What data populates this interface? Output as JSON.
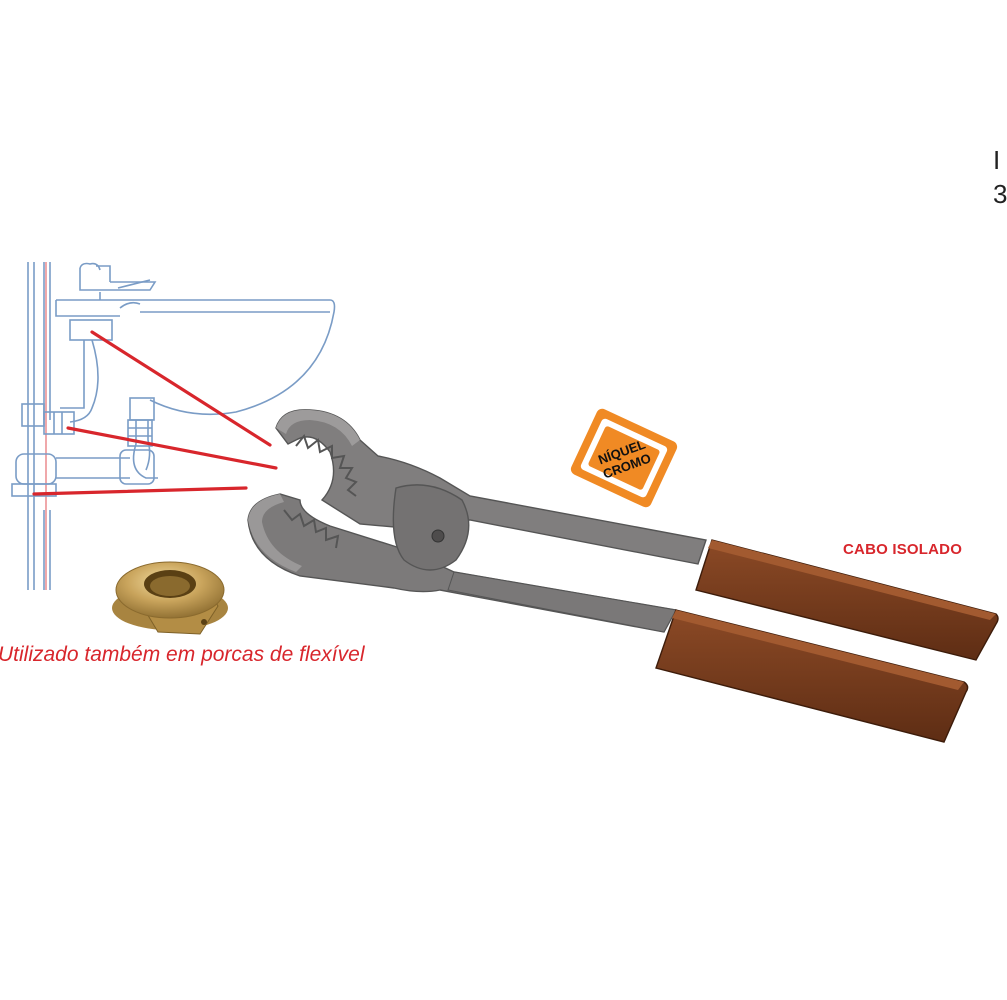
{
  "labels": {
    "handle_label": "CABO ISOLADO",
    "usage_caption": "Utilizado também em porcas de flexível",
    "badge_line1": "NÍQUEL",
    "badge_line2": "CROMO",
    "edge_text": "I\n3"
  },
  "colors": {
    "accent_red": "#d8262c",
    "tool_steel": "#7a7878",
    "handle_brown": "#7a3d1f",
    "badge_orange": "#f08a24",
    "sketch_blue": "#7a9cc6",
    "brass": "#c9a45c"
  },
  "icons": {
    "tool": "pliers-icon",
    "nut": "brass-nut-icon",
    "badge": "nickel-chrome-badge-icon",
    "sink": "sink-plumbing-sketch"
  }
}
